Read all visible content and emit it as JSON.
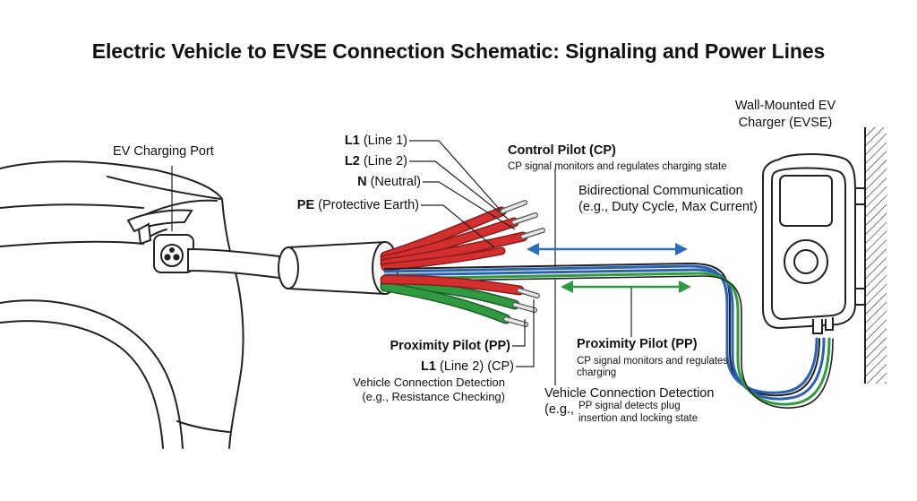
{
  "title": "Electric Vehicle to EVSE Connection Schematic: Signaling and Power Lines",
  "vehicle": {
    "port_label": "EV Charging Port"
  },
  "charger": {
    "label_line1": "Wall-Mounted EV",
    "label_line2": "Charger (EVSE)"
  },
  "conductors": [
    {
      "code": "L1",
      "desc": "(Line 1)"
    },
    {
      "code": "L2",
      "desc": "(Line 2)"
    },
    {
      "code": "N",
      "desc": "(Neutral)"
    },
    {
      "code": "PE",
      "desc": "(Protective Earth)"
    }
  ],
  "control_pilot": {
    "title": "Control Pilot (CP)",
    "desc": "CP signal monitors and regulates charging state",
    "comm_title": "Bidirectional Communication",
    "comm_desc": "(e.g., Duty Cycle, Max Current)"
  },
  "lower_left": {
    "pp_label": "Proximity Pilot (PP)",
    "l1_code": "L1",
    "l1_desc": "(Line 2) (CP)",
    "detect_title": "Vehicle Connection Detection",
    "detect_desc": "(e.g., Resistance Checking)"
  },
  "lower_right": {
    "pp_title": "Proximity Pilot (PP)",
    "pp_desc_line1": "CP signal monitors and regulates",
    "pp_desc_line2": "charging",
    "detect_title": "Vehicle Connection Detection",
    "detect_eg": "(e.g.,",
    "detect_desc_line1": "PP signal detects plug",
    "detect_desc_line2": "insertion and locking state"
  },
  "colors": {
    "power_wire": "#d32f2f",
    "power_wire_dark": "#8e1b1b",
    "pilot_wire": "#2f9a3f",
    "pilot_wire_dark": "#1c5e27",
    "comm_wire": "#2a62b0",
    "arrow_blue": "#2a6db5",
    "arrow_green": "#2f9a3f",
    "outline": "#222222"
  }
}
